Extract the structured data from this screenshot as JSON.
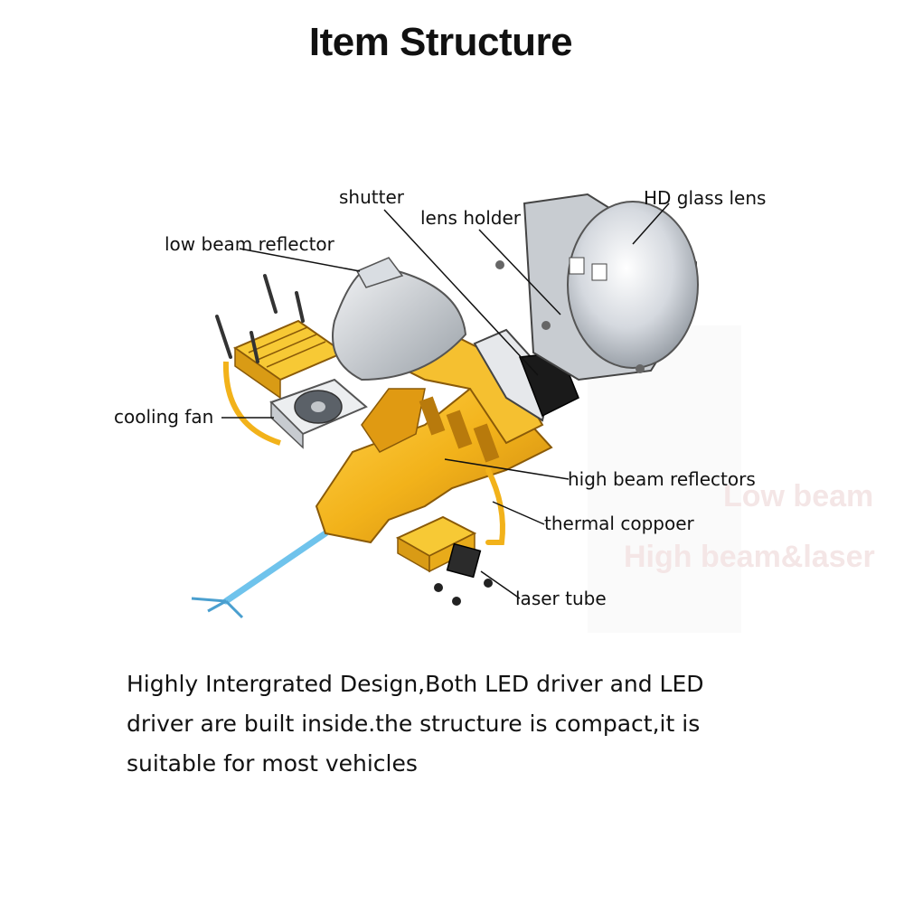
{
  "title": "Item Structure",
  "labels": {
    "shutter": "shutter",
    "lens_holder": "lens holder",
    "hd_glass_lens": "HD glass lens",
    "low_beam_reflector": "low beam reflector",
    "cooling_fan": "cooling fan",
    "high_beam_reflectors": "high beam reflectors",
    "thermal_copper": "thermal coppoer",
    "laser_tube": "laser tube"
  },
  "watermark": {
    "line1": "Low beam",
    "line2": "High beam&laser"
  },
  "description": {
    "line1": "Highly Intergrated Design,Both LED driver  and LED",
    "line2": "driver are built inside.the structure is compact,it is",
    "line3": "suitable for most vehicles"
  },
  "colors": {
    "frame_gold": "#f2b21a",
    "frame_dark": "#c98410",
    "lens_silver": "#d9dde2",
    "cable_blue": "#6fc3ec"
  }
}
